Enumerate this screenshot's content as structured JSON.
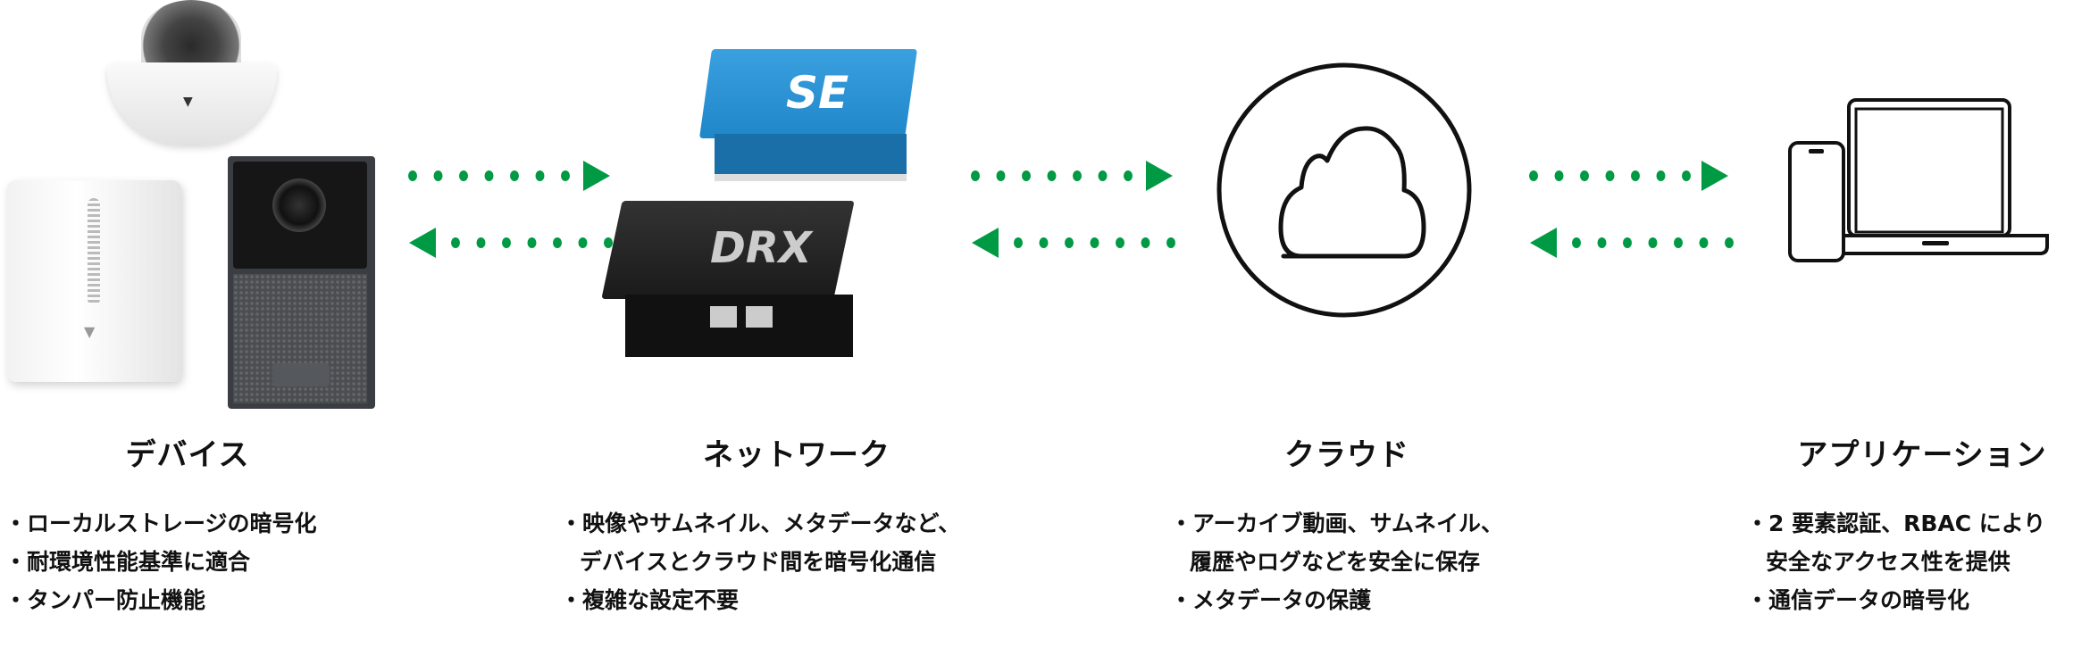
{
  "colors": {
    "arrow": "#009a44",
    "outline": "#111111",
    "router_blue": "#1f86c8",
    "router_black": "#1a1a1a"
  },
  "columns": [
    {
      "title": "デバイス",
      "bullets": [
        [
          "・ローカルストレージの暗号化"
        ],
        [
          "・耐環境性能基準に適合"
        ],
        [
          "・タンパー防止機能"
        ]
      ]
    },
    {
      "title": "ネットワーク",
      "bullets": [
        [
          "・映像やサムネイル、メタデータなど、",
          "デバイスとクラウド間を暗号化通信"
        ],
        [
          "・複雑な設定不要"
        ]
      ]
    },
    {
      "title": "クラウド",
      "bullets": [
        [
          "・アーカイブ動画、サムネイル、",
          "履歴やログなどを安全に保存"
        ],
        [
          "・メタデータの保護"
        ]
      ]
    },
    {
      "title": "アプリケーション",
      "bullets": [
        [
          "・2 要素認証、RBAC により",
          "安全なアクセス性を提供"
        ],
        [
          "・通信データの暗号化"
        ]
      ]
    }
  ],
  "product_labels": {
    "router_top": "SE",
    "router_bottom": "DRX"
  }
}
